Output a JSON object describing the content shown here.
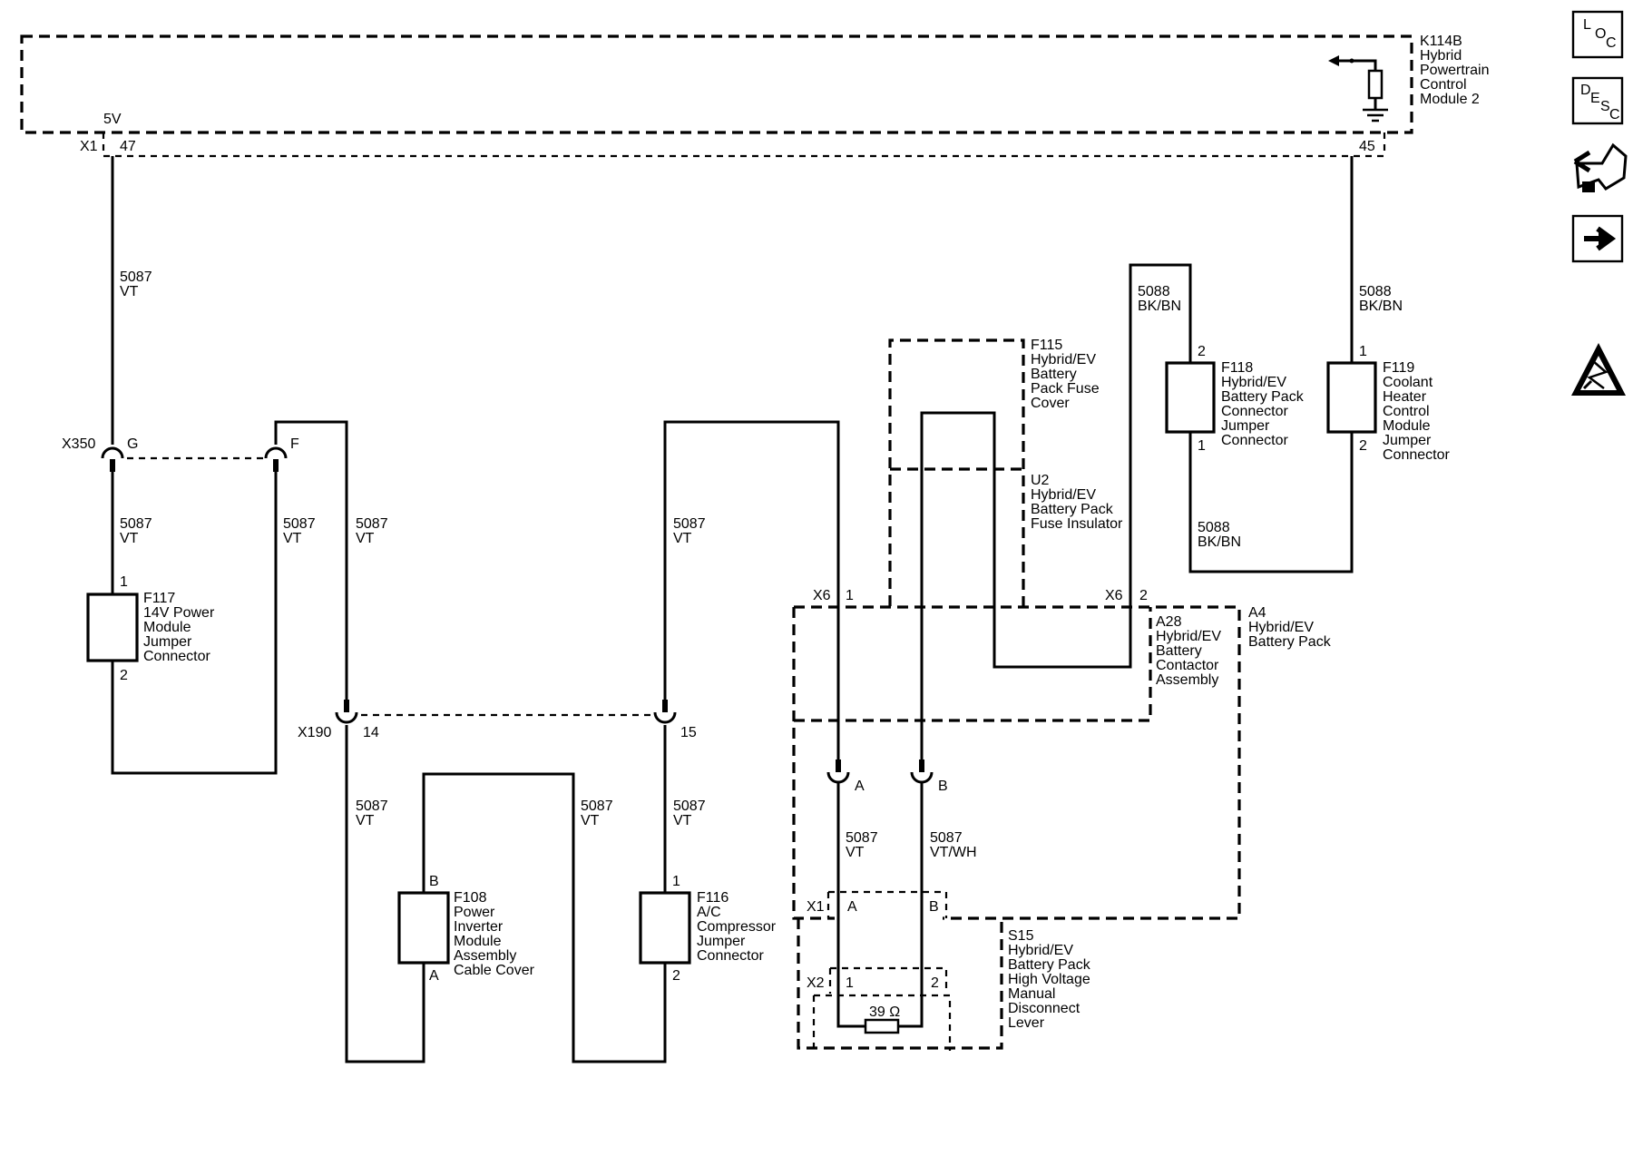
{
  "modules": {
    "k114b": {
      "id": "K114B",
      "lines": [
        "Hybrid",
        "Powertrain",
        "Control",
        "Module 2"
      ]
    },
    "a4": {
      "id": "A4",
      "lines": [
        "Hybrid/EV",
        "Battery Pack"
      ]
    },
    "a28": {
      "id": "A28",
      "lines": [
        "Hybrid/EV",
        "Battery",
        "Contactor",
        "Assembly"
      ]
    },
    "u2": {
      "id": "U2",
      "lines": [
        "Hybrid/EV",
        "Battery Pack",
        "Fuse Insulator"
      ]
    },
    "s15": {
      "id": "S15",
      "lines": [
        "Hybrid/EV",
        "Battery Pack",
        "High Voltage",
        "Manual",
        "Disconnect",
        "Lever"
      ]
    }
  },
  "fuses": {
    "f117": {
      "id": "F117",
      "lines": [
        "14V Power",
        "Module",
        "Jumper",
        "Connector"
      ],
      "pin_top": "1",
      "pin_bottom": "2"
    },
    "f108": {
      "id": "F108",
      "lines": [
        "Power",
        "Inverter",
        "Module",
        "Assembly",
        "Cable Cover"
      ],
      "pin_top": "B",
      "pin_bottom": "A"
    },
    "f116": {
      "id": "F116",
      "lines": [
        "A/C",
        "Compressor",
        "Jumper",
        "Connector"
      ],
      "pin_top": "1",
      "pin_bottom": "2"
    },
    "f115": {
      "id": "F115",
      "lines": [
        "Hybrid/EV",
        "Battery",
        "Pack Fuse",
        "Cover"
      ]
    },
    "f118": {
      "id": "F118",
      "lines": [
        "Hybrid/EV",
        "Battery Pack",
        "Connector",
        "Jumper",
        "Connector"
      ],
      "pin_top": "2",
      "pin_bottom": "1"
    },
    "f119": {
      "id": "F119",
      "lines": [
        "Coolant",
        "Heater",
        "Control",
        "Module",
        "Jumper",
        "Connector"
      ],
      "pin_top": "1",
      "pin_bottom": "2"
    }
  },
  "connectors": {
    "x1_top": {
      "id": "X1",
      "pin_47": "47",
      "pin_45": "45",
      "voltage": "5V"
    },
    "x350": {
      "id": "X350",
      "pin_g": "G",
      "pin_f": "F"
    },
    "x190": {
      "id": "X190",
      "pin_14": "14",
      "pin_15": "15"
    },
    "x6": {
      "id": "X6",
      "pin_1": "1",
      "pin_2": "2"
    },
    "pack_ab": {
      "pin_a": "A",
      "pin_b": "B"
    },
    "s15_x1": {
      "id": "X1",
      "pin_a": "A",
      "pin_b": "B"
    },
    "s15_x2": {
      "id": "X2",
      "pin_1": "1",
      "pin_2": "2"
    }
  },
  "wires": {
    "c5087_vt": {
      "circuit": "5087",
      "color": "VT"
    },
    "c5087_vtwh": {
      "circuit": "5087",
      "color": "VT/WH"
    },
    "c5088_bkbn": {
      "circuit": "5088",
      "color": "BK/BN"
    }
  },
  "resistor": {
    "value": "39 Ω"
  },
  "side_icons": [
    "loc-icon",
    "desc-icon",
    "connector-pinout-icon",
    "next-page-arrow-icon",
    "high-voltage-warning-icon"
  ],
  "side_icon_letters": {
    "loc": [
      "L",
      "O",
      "C"
    ],
    "desc": [
      "D",
      "E",
      "S",
      "C"
    ]
  }
}
